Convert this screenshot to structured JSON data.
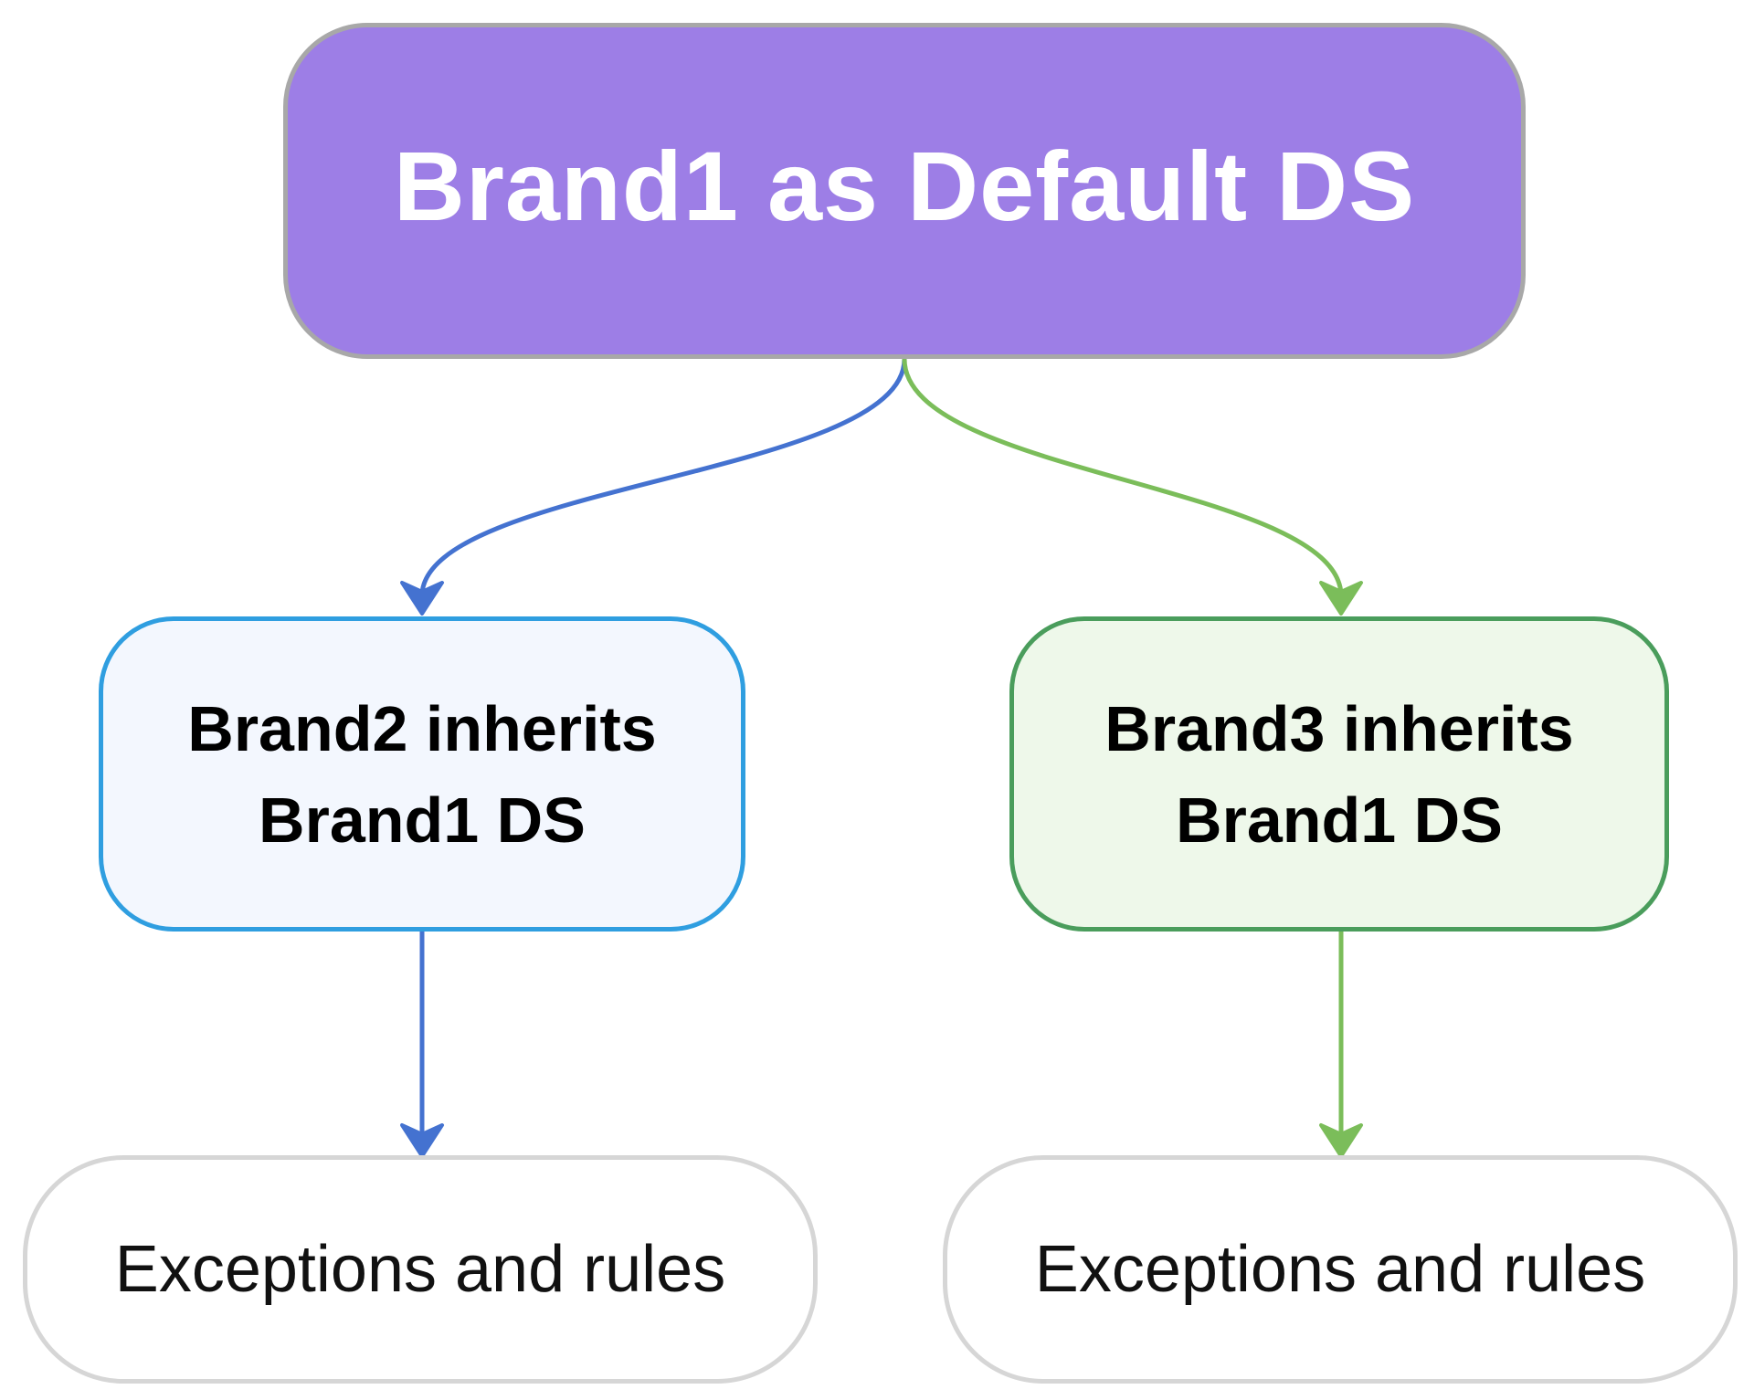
{
  "diagram": {
    "root": {
      "label": "Brand1 as Default DS",
      "fill": "#9d7ee6"
    },
    "children": [
      {
        "line1": "Brand2 inherits",
        "line2": "Brand1 DS",
        "border": "#2f9ee0",
        "fill": "#f3f7fe",
        "arrow_color": "#4472d0",
        "leaf": "Exceptions and rules"
      },
      {
        "line1": "Brand3 inherits",
        "line2": "Brand1 DS",
        "border": "#4a9d5c",
        "fill": "#eef8ea",
        "arrow_color": "#7bbd5a",
        "leaf": "Exceptions and rules"
      }
    ]
  }
}
